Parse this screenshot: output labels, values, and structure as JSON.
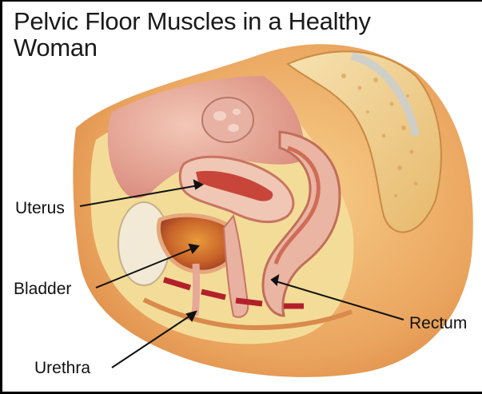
{
  "title": "Pelvic Floor Muscles in a Healthy Woman",
  "labels": {
    "uterus": "Uterus",
    "bladder": "Bladder",
    "rectum": "Rectum",
    "urethra": "Urethra"
  },
  "colors": {
    "skin": "#e8a86a",
    "fat_yellow": "#f1d58a",
    "tissue_pink": "#e6a49a",
    "organ_red": "#c8483a",
    "muscle_dash": "#b3202a",
    "bone": "#f3e4bf"
  }
}
